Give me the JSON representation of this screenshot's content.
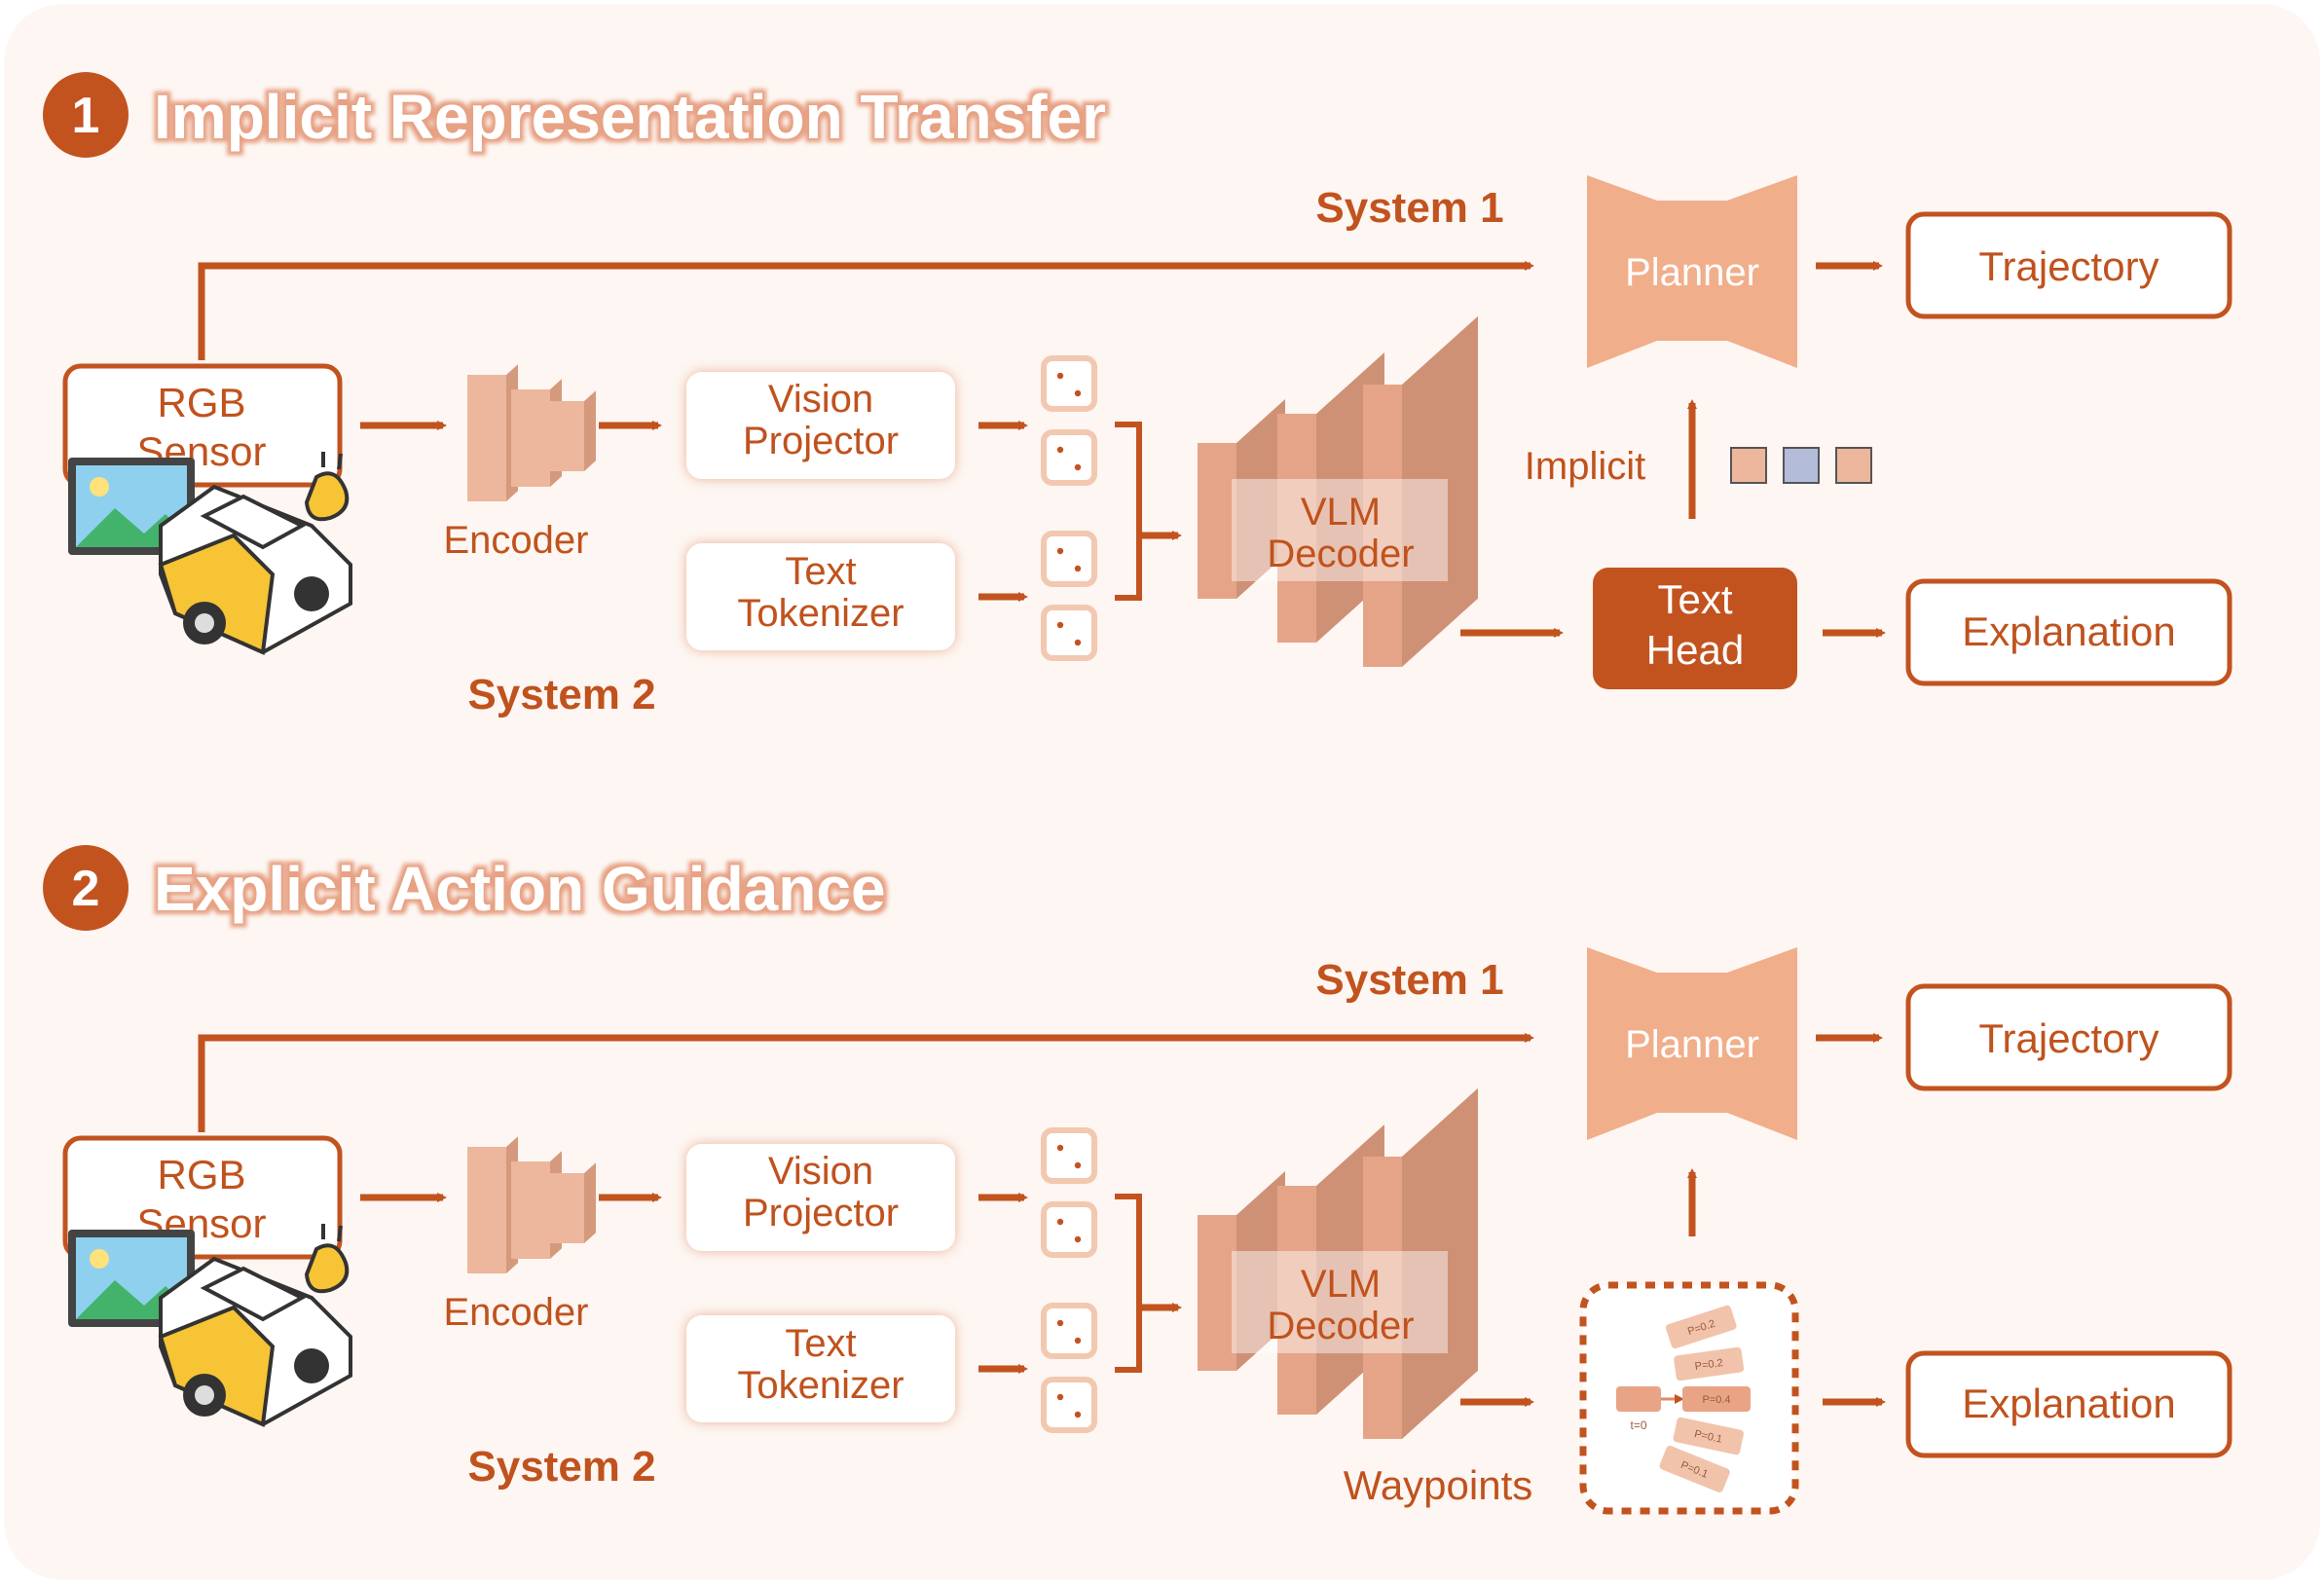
{
  "colors": {
    "panel_bg": "#fdf6f2",
    "accent": "#c2531f",
    "accent_dark": "#c0521d",
    "peach": "#f1ae8a",
    "peach_light": "#f2c8b0",
    "layer_face": "#ecb79c",
    "layer_side": "#d59a7d",
    "vlm_face": "#e5a488",
    "vlm_side": "#cf9175",
    "token_blue": "#b3bcd8",
    "white": "#ffffff"
  },
  "sections": [
    {
      "number": "1",
      "title": "Implicit Representation Transfer",
      "system1_label": "System 1",
      "system2_label": "System 2",
      "rgb_sensor": [
        "RGB",
        "Sensor"
      ],
      "encoder_label": "Encoder",
      "vision_projector": [
        "Vision",
        "Projector"
      ],
      "text_tokenizer": [
        "Text",
        "Tokenizer"
      ],
      "vlm_decoder": [
        "VLM",
        "Decoder"
      ],
      "planner_label": "Planner",
      "trajectory_label": "Trajectory",
      "explanation_label": "Explanation",
      "implicit_label": "Implicit",
      "text_head": [
        "Text",
        "Head"
      ]
    },
    {
      "number": "2",
      "title": "Explicit Action Guidance",
      "system1_label": "System 1",
      "system2_label": "System 2",
      "rgb_sensor": [
        "RGB",
        "Sensor"
      ],
      "encoder_label": "Encoder",
      "vision_projector": [
        "Vision",
        "Projector"
      ],
      "text_tokenizer": [
        "Text",
        "Tokenizer"
      ],
      "vlm_decoder": [
        "VLM",
        "Decoder"
      ],
      "planner_label": "Planner",
      "trajectory_label": "Trajectory",
      "explanation_label": "Explanation",
      "waypoints_label": "Waypoints",
      "waypoint_inset": {
        "start_label": "t=0",
        "probabilities": [
          "P=0.2",
          "P=0.2",
          "P=0.4",
          "P=0.1",
          "P=0.1"
        ]
      }
    }
  ]
}
